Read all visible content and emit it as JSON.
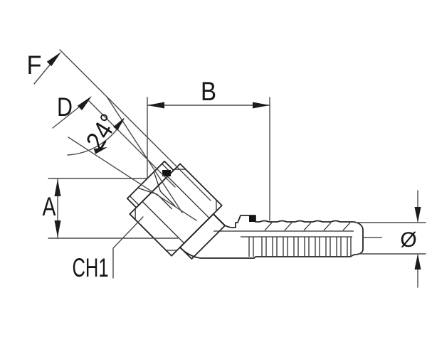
{
  "drawing": {
    "kind": "technical dimension drawing",
    "subject": "45-degree elbow hose fitting with 24-degree cone swivel nut and barbed hose tail",
    "background": "#ffffff",
    "line_color": "#262626",
    "dimension_color": "#4a4a4a",
    "labels": {
      "f": "F",
      "d": "D",
      "angle": "24°",
      "b": "B",
      "a": "A",
      "ch1": "CH1",
      "diameter": "Ø"
    }
  }
}
